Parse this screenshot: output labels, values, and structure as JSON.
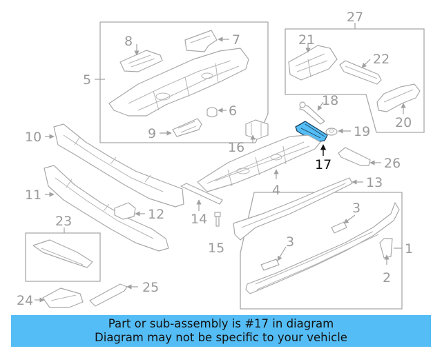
{
  "highlight_color": "#55bdf5",
  "highlighted_part": "17",
  "callouts": {
    "c1": "1",
    "c2": "2",
    "c3a": "3",
    "c3b": "3",
    "c4": "4",
    "c5": "5",
    "c6": "6",
    "c7": "7",
    "c8": "8",
    "c9": "9",
    "c10": "10",
    "c11": "11",
    "c12": "12",
    "c13": "13",
    "c14": "14",
    "c15": "15",
    "c16": "16",
    "c17": "17",
    "c18": "18",
    "c19": "19",
    "c20": "20",
    "c21": "21",
    "c22": "22",
    "c23": "23",
    "c24": "24",
    "c25": "25",
    "c26": "26",
    "c27": "27"
  },
  "banner": {
    "line1": "Part or sub-assembly is #17 in diagram",
    "line2": "Diagram may not be specific to your vehicle"
  }
}
